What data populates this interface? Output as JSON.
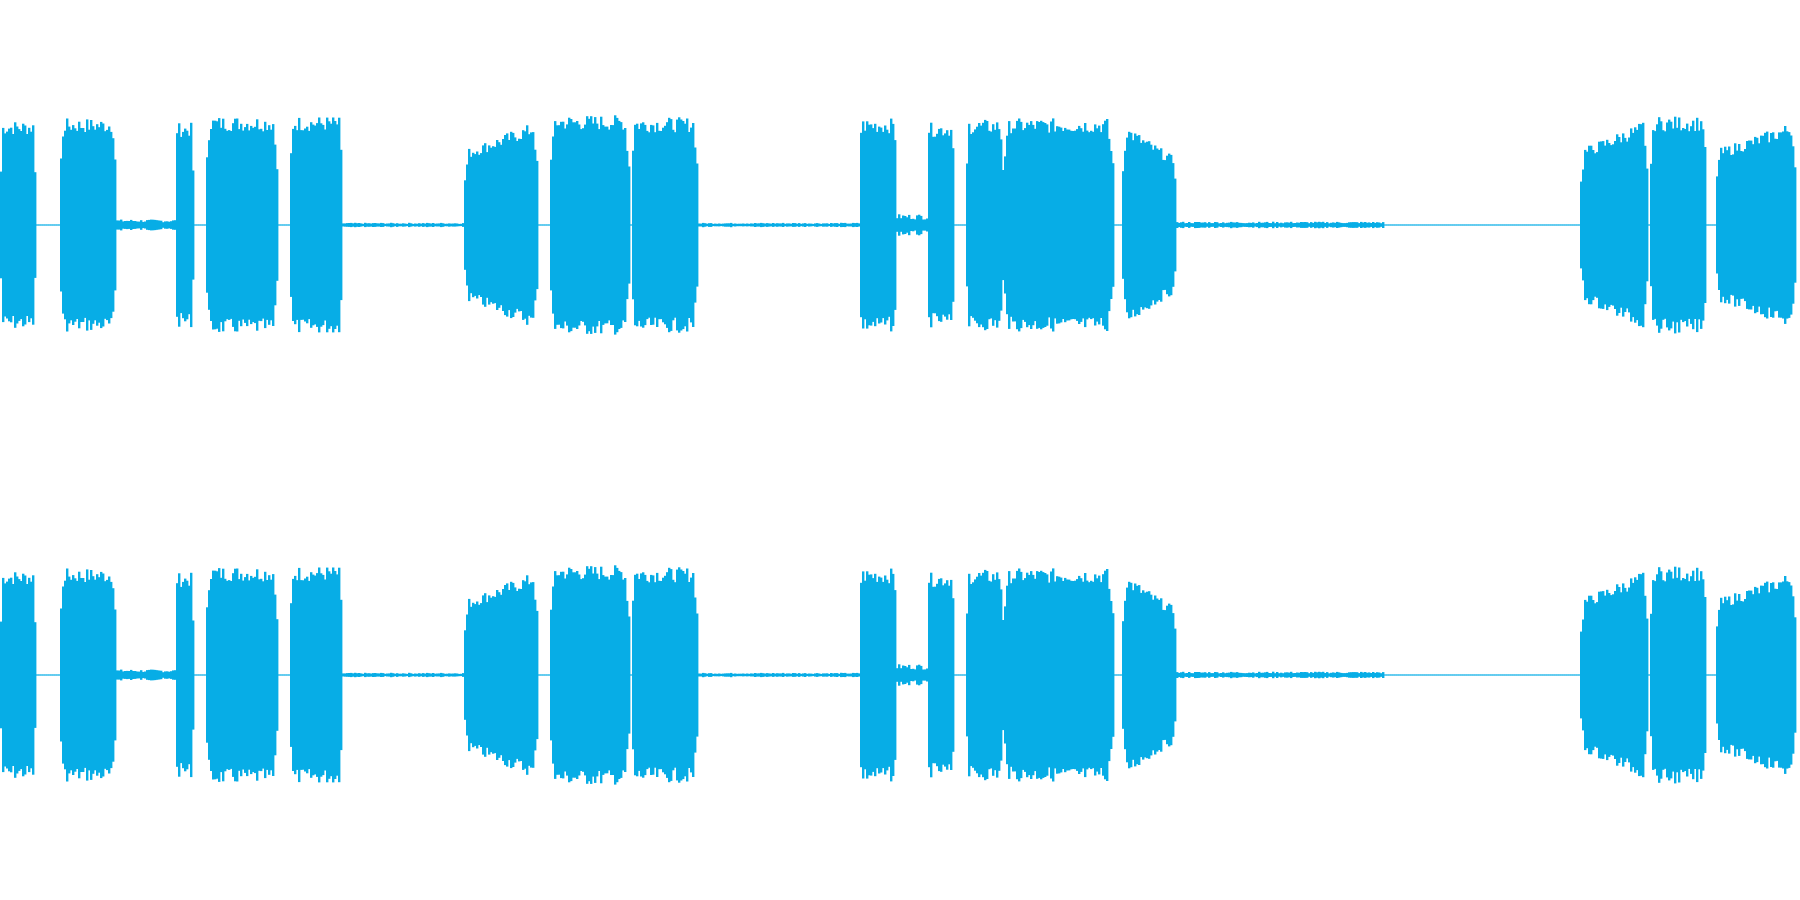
{
  "waveform": {
    "color": "#07ADE6",
    "channels": [
      "left-channel",
      "right-channel"
    ],
    "bursts": [
      {
        "start": 0.0,
        "end": 0.019,
        "amp": 0.95,
        "shape": "flat"
      },
      {
        "start": 0.033,
        "end": 0.064,
        "amp": 0.97,
        "shape": "flat"
      },
      {
        "start": 0.097,
        "end": 0.107,
        "amp": 0.93,
        "shape": "flat"
      },
      {
        "start": 0.114,
        "end": 0.154,
        "amp": 0.99,
        "shape": "flat"
      },
      {
        "start": 0.161,
        "end": 0.19,
        "amp": 0.99,
        "shape": "flat"
      },
      {
        "start": 0.258,
        "end": 0.299,
        "amp": 0.95,
        "shape": "rise"
      },
      {
        "start": 0.306,
        "end": 0.35,
        "amp": 1.0,
        "shape": "flat"
      },
      {
        "start": 0.351,
        "end": 0.388,
        "amp": 0.98,
        "shape": "flat"
      },
      {
        "start": 0.478,
        "end": 0.499,
        "amp": 0.97,
        "shape": "flat"
      },
      {
        "start": 0.516,
        "end": 0.531,
        "amp": 0.93,
        "shape": "flat"
      },
      {
        "start": 0.538,
        "end": 0.558,
        "amp": 0.96,
        "shape": "flat"
      },
      {
        "start": 0.558,
        "end": 0.62,
        "amp": 0.97,
        "shape": "flat"
      },
      {
        "start": 0.625,
        "end": 0.655,
        "amp": 0.93,
        "shape": "fall"
      },
      {
        "start": 0.88,
        "end": 0.917,
        "amp": 0.96,
        "shape": "rise"
      },
      {
        "start": 0.919,
        "end": 0.95,
        "amp": 0.99,
        "shape": "flat"
      },
      {
        "start": 0.955,
        "end": 1.0,
        "amp": 0.95,
        "shape": "rise"
      }
    ],
    "quiet": [
      {
        "start": 0.064,
        "end": 0.097,
        "amp": 0.05
      },
      {
        "start": 0.19,
        "end": 0.258,
        "amp": 0.02
      },
      {
        "start": 0.388,
        "end": 0.478,
        "amp": 0.02
      },
      {
        "start": 0.499,
        "end": 0.516,
        "amp": 0.1
      },
      {
        "start": 0.655,
        "end": 0.77,
        "amp": 0.03
      }
    ]
  }
}
